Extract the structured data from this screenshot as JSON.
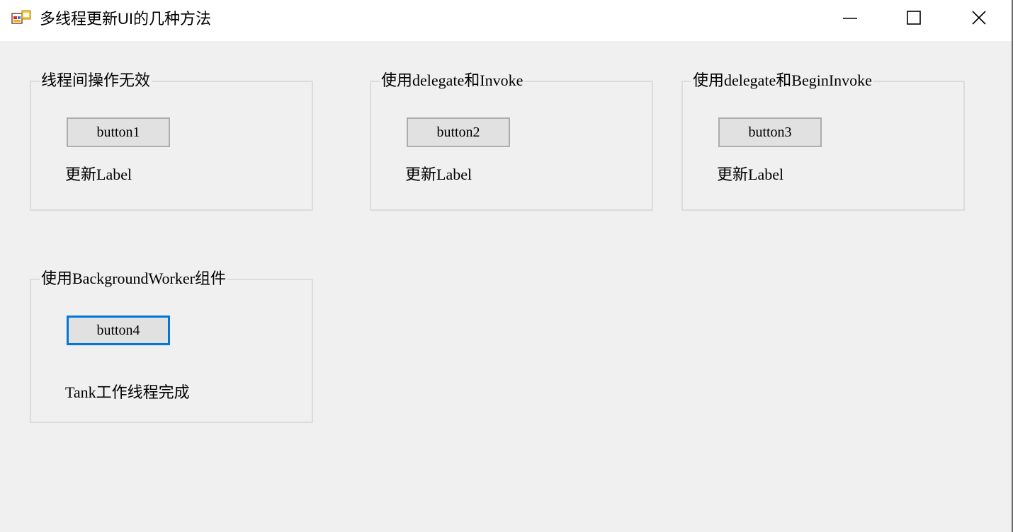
{
  "window": {
    "title": "多线程更新UI的几种方法",
    "controls": [
      "minimize",
      "maximize",
      "close"
    ]
  },
  "icons": {
    "app": "app-window-icon",
    "minimize": "minimize-icon",
    "maximize": "maximize-icon",
    "close": "close-icon"
  },
  "groups": [
    {
      "title": "线程间操作无效",
      "button_label": "button1",
      "label_text": "更新Label"
    },
    {
      "title": "使用delegate和Invoke",
      "button_label": "button2",
      "label_text": "更新Label"
    },
    {
      "title": "使用delegate和BeginInvoke",
      "button_label": "button3",
      "label_text": "更新Label"
    },
    {
      "title": "使用BackgroundWorker组件",
      "button_label": "button4",
      "label_text": "Tank工作线程完成"
    }
  ],
  "colors": {
    "client_background": "#f0f0f0",
    "focus_border": "#0078d7",
    "button_face": "#e1e1e1"
  }
}
